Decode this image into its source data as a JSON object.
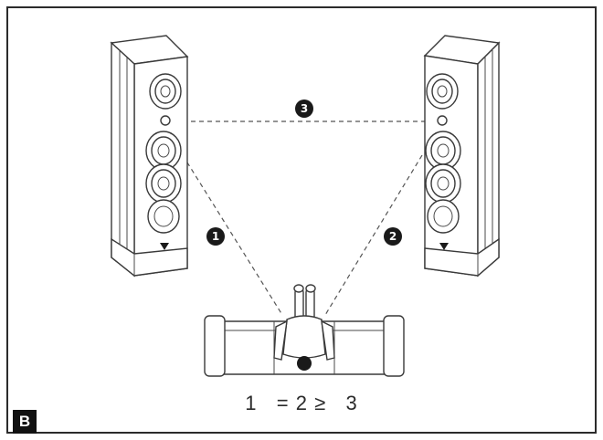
{
  "panel": {
    "label": "B"
  },
  "markers": [
    {
      "id": "1",
      "text": "1"
    },
    {
      "id": "2",
      "text": "2"
    },
    {
      "id": "3",
      "text": "3"
    }
  ],
  "formula": {
    "text": "1   = 2 ≥   3"
  },
  "colors": {
    "line": "#3a3a3a",
    "marker": "#1a1a1a",
    "frame": "#2b2b2b"
  }
}
